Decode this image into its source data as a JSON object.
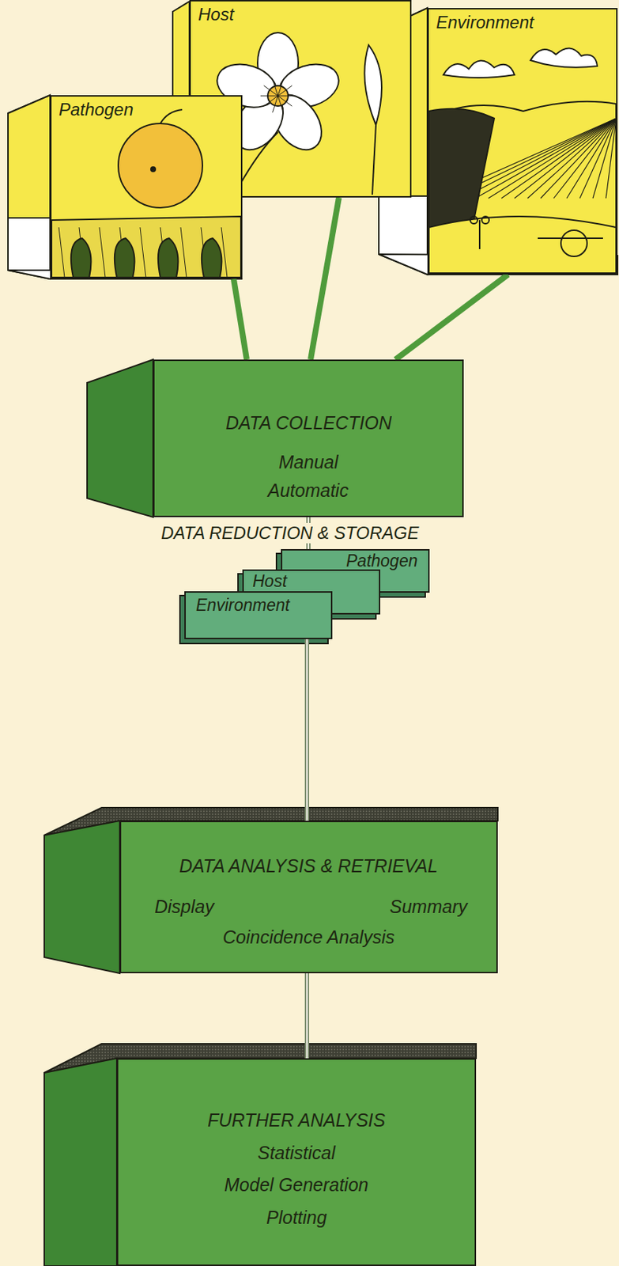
{
  "diagram": {
    "nodes": [
      {
        "text": [
          "Pathogen"
        ]
      },
      {
        "text": [
          "Host"
        ]
      },
      {
        "text": [
          "Environment"
        ]
      },
      {
        "text": [
          "DATA COLLECTION",
          "Manual",
          "Automatic"
        ]
      },
      {
        "text": [
          "Pathogen"
        ]
      },
      {
        "text": [
          "Host"
        ]
      },
      {
        "text": [
          "Environment"
        ]
      },
      {
        "text": [
          "DATA ANALYSIS & RETRIEVAL",
          "Display",
          "Summary",
          "Coincidence Analysis"
        ]
      },
      {
        "text": [
          "FURTHER ANALYSIS",
          "Statistical",
          "Model Generation",
          "Plotting"
        ]
      }
    ],
    "edges": [
      {
        "from": 0,
        "to": 3,
        "arrow": "none"
      },
      {
        "from": 1,
        "to": 3,
        "arrow": "none"
      },
      {
        "from": 2,
        "to": 3,
        "arrow": "none"
      },
      {
        "from": 3,
        "to": 4,
        "label": "DATA REDUCTION & STORAGE",
        "arrow": "none"
      },
      {
        "from": 6,
        "to": 7,
        "arrow": "none"
      },
      {
        "from": 7,
        "to": 8,
        "arrow": "none"
      }
    ]
  }
}
